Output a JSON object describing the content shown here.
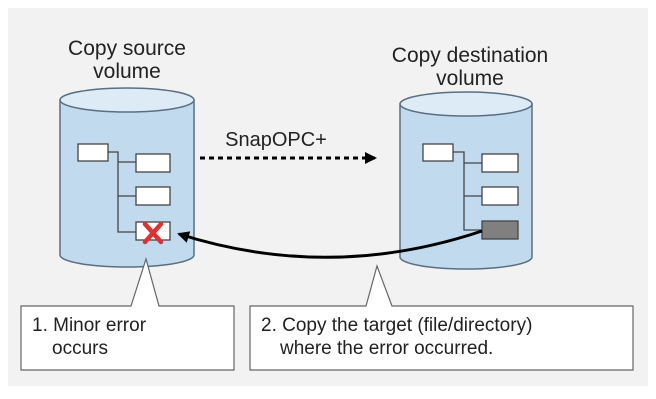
{
  "diagram": {
    "source_volume": {
      "title_line1": "Copy source",
      "title_line2": "volume"
    },
    "destination_volume": {
      "title_line1": "Copy destination",
      "title_line2": "volume"
    },
    "copy_method_label": "SnapOPC+",
    "callout_error": {
      "line1": "1. Minor error",
      "line2": "occurs"
    },
    "callout_copy": {
      "line1": "2. Copy the target (file/directory)",
      "line2": "where the error occurred."
    },
    "colors": {
      "background_panel": "#f2f2f2",
      "cylinder_fill": "#c2daee",
      "cylinder_top": "#ddebf7",
      "cylinder_stroke": "#5a6e82",
      "error_mark": "#e03030",
      "target_fill": "#808080",
      "arrow": "#000000"
    },
    "icons": [
      "error-x-icon",
      "folder-tree-icon",
      "database-cylinder-icon"
    ]
  }
}
